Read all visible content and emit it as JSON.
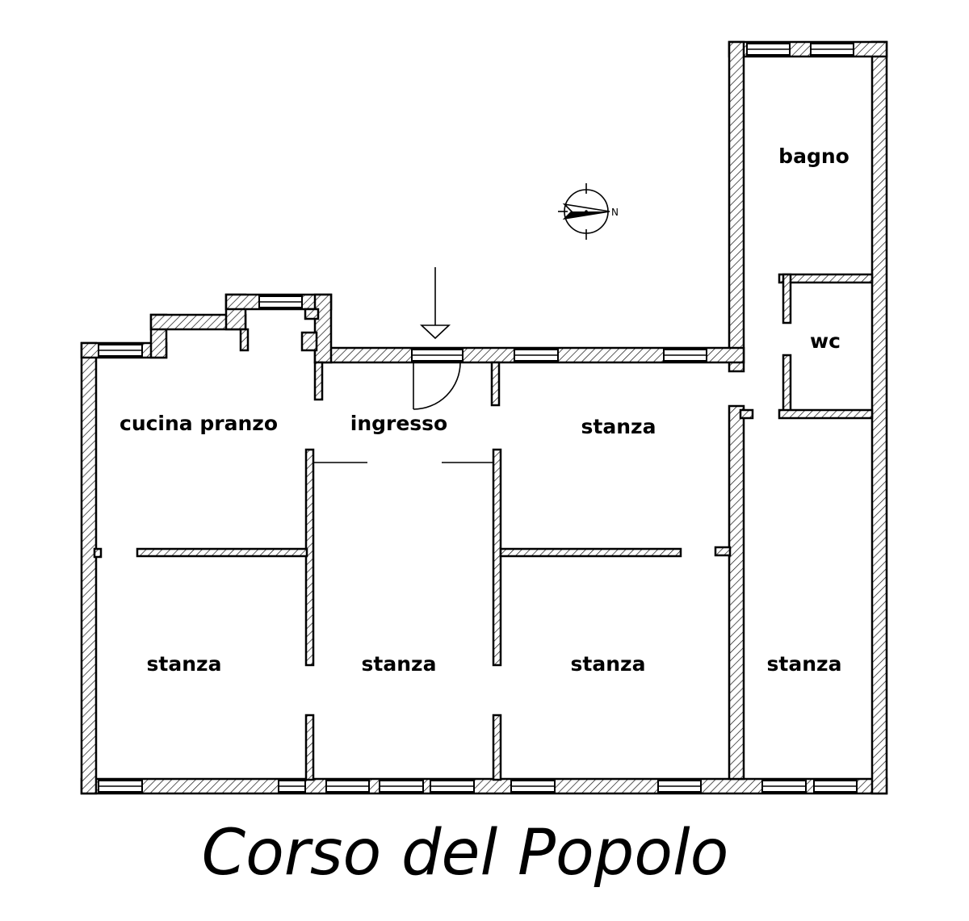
{
  "floor_plan": {
    "street": "Corso del Popolo",
    "compass": {
      "north_letter": "N"
    },
    "rooms": [
      {
        "label": "bagno"
      },
      {
        "label": "wc"
      },
      {
        "label": "cucina pranzo"
      },
      {
        "label": "ingresso"
      },
      {
        "label": "stanza"
      },
      {
        "label": "stanza"
      },
      {
        "label": "stanza"
      },
      {
        "label": "stanza"
      },
      {
        "label": "stanza"
      }
    ]
  }
}
